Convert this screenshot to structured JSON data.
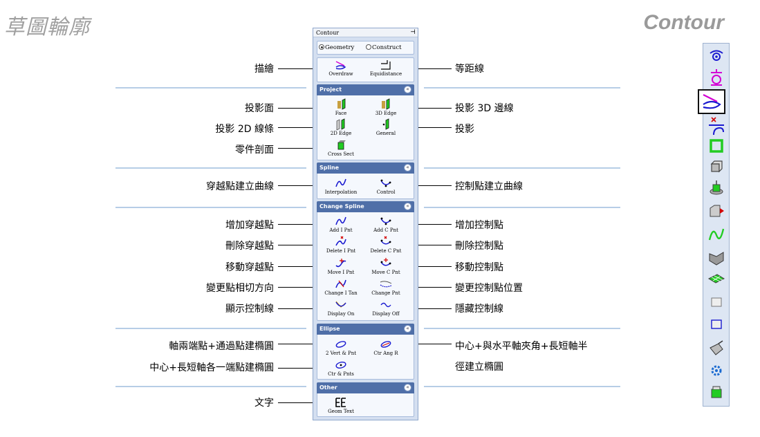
{
  "titles": {
    "left": "草圖輪廓",
    "right": "Contour"
  },
  "panel": {
    "title": "Contour",
    "pin": "⊣",
    "radios": [
      {
        "label": "Geometry",
        "selected": true
      },
      {
        "label": "Construct",
        "selected": false
      }
    ],
    "top_tools": [
      "Overdraw",
      "Equidistance"
    ],
    "sections": [
      {
        "name": "Project",
        "tools": [
          "Face",
          "3D Edge",
          "2D Edge",
          "General",
          "Cross Sect"
        ]
      },
      {
        "name": "Spline",
        "tools": [
          "Interpolation",
          "Control"
        ]
      },
      {
        "name": "Change Spline",
        "tools": [
          "Add I Pnt",
          "Add C Pnt",
          "Delete I Pnt",
          "Delete C Pnt",
          "Move I Pnt",
          "Move C Pnt",
          "Change I Tan",
          "Change Pnt",
          "Display On",
          "Display Off"
        ]
      },
      {
        "name": "Ellipse",
        "tools": [
          "2 Vert & Pnt",
          "Ctr Ang R",
          "Ctr & Pnts"
        ]
      },
      {
        "name": "Other",
        "tools": [
          "Geom Text"
        ]
      }
    ],
    "collapse_glyph": "«"
  },
  "labels": {
    "left": [
      "描繪",
      "投影面",
      "投影 2D 線條",
      "零件剖面",
      "穿越點建立曲線",
      "增加穿越點",
      "刪除穿越點",
      "移動穿越點",
      "變更點相切方向",
      "顯示控制線",
      "軸兩端點+通過點建橢圓",
      "中心+長短軸各一端點建橢圓",
      "文字"
    ],
    "right": [
      "等距線",
      "投影 3D 邊線",
      "投影",
      "控制點建立曲線",
      "增加控制點",
      "刪除控制點",
      "移動控制點",
      "變更控制點位置",
      "隱藏控制線",
      "中心+與水平軸夾角+長短軸半",
      "徑建立橢圓"
    ]
  },
  "toolbar": {
    "icons": [
      "eye-curve-icon",
      "overdraw-circle-icon",
      "overdraw-icon",
      "equidistance-icon",
      "square-icon",
      "project-face-icon",
      "cross-section-icon",
      "project-3d-icon",
      "spline-icon",
      "fold-icon",
      "grid-icon",
      "rect-icon",
      "rect2-icon",
      "curve-tool-icon",
      "gear-icon",
      "text-icon"
    ],
    "active_index": 2
  },
  "colors": {
    "panel_bg": "#d4dff0",
    "section_header": "#4f6fa8",
    "separator": "#b6cde6",
    "accent_green": "#22cc22",
    "accent_blue": "#1a1ad0",
    "accent_magenta": "#d400d4"
  }
}
